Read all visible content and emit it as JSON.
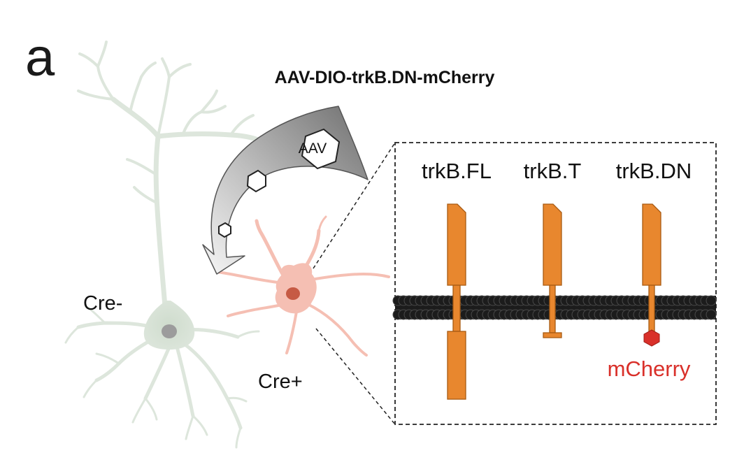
{
  "panel": {
    "letter": "a",
    "vector_label": "AAV-DIO-trkB.DN-mCherry",
    "aav_label": "AAV",
    "cre_neg_label": "Cre-",
    "cre_pos_label": "Cre+"
  },
  "receptors": {
    "full_length": "trkB.FL",
    "truncated": "trkB.T",
    "dominant_negative": "trkB.DN",
    "tag": "mCherry"
  },
  "colors": {
    "cre_neg_neuron": "#dde6dc",
    "cre_pos_neuron": "#f5bfb3",
    "receptor": "#e8872e",
    "mcherry": "#d9302a",
    "membrane": "#1c1c1c",
    "arrow": "#8f8f8f"
  }
}
